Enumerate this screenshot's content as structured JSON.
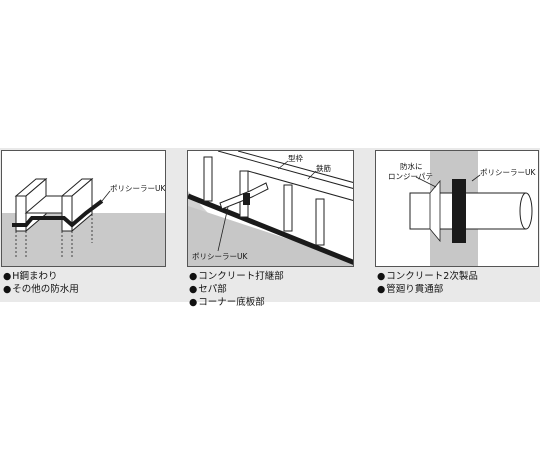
{
  "panels": [
    {
      "id": "h-steel",
      "label": "ポリシーラーUK",
      "captions": [
        "H鋼まわり",
        "その他の防水用"
      ]
    },
    {
      "id": "concrete-joint",
      "labels": [
        "型枠",
        "鉄筋",
        "ポリシーラーUK"
      ],
      "captions": [
        "コンクリート打継部",
        "セパ部",
        "コーナー底板部"
      ]
    },
    {
      "id": "pipe",
      "labels": [
        "防水に",
        "ロンジーパテ",
        "ポリシーラーUK"
      ],
      "captions": [
        "コンクリート2次製品",
        "管廻り貫通部"
      ]
    }
  ],
  "colors": {
    "strip": "#e9e9e9",
    "concrete": "#c7c7c7",
    "sealer": "#1a1a1a",
    "line": "#222222"
  }
}
